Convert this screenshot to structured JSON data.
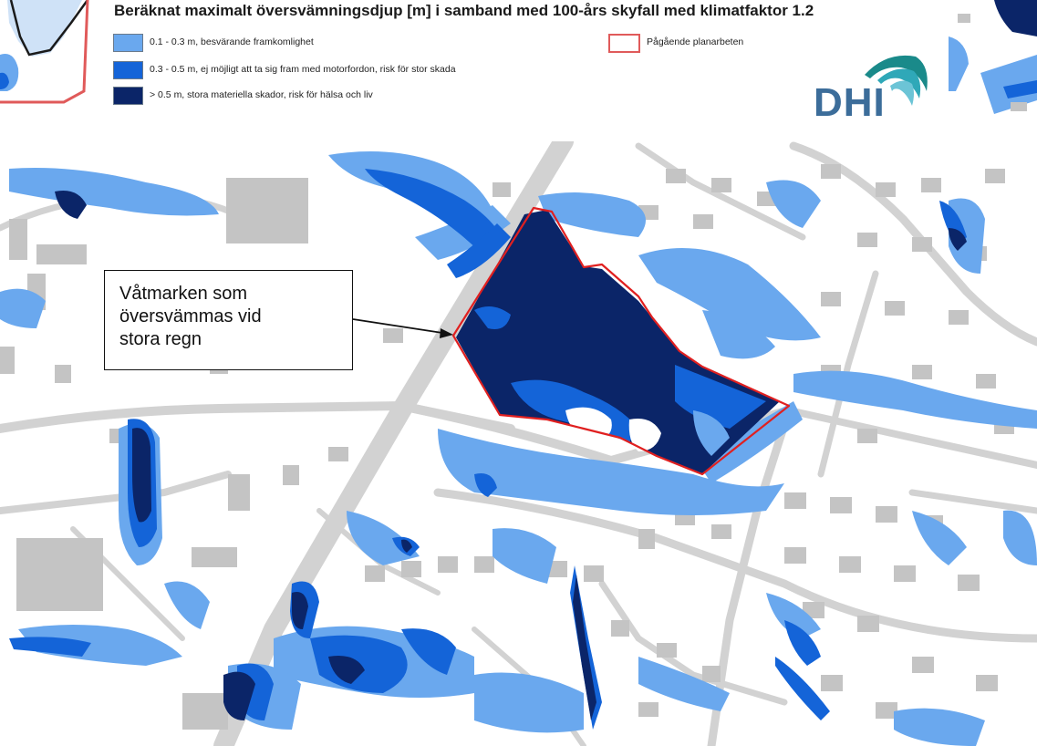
{
  "legend": {
    "title": "Beräknat maximalt översvämningsdjup [m] i samband med 100-års skyfall med klimatfaktor 1.2",
    "items": [
      {
        "label": "0.1 - 0.3 m, besvärande framkomlighet",
        "color": "#6aa8ee"
      },
      {
        "label": "0.3 - 0.5 m, ej möjligt att ta sig fram med motorfordon, risk för stor skada",
        "color": "#1464d8"
      },
      {
        "label": "> 0.5 m, stora materiella skador, risk för hälsa och liv",
        "color": "#0b2568"
      }
    ],
    "plan_label": "Pågående planarbeten",
    "plan_color": "#e02020"
  },
  "logo": {
    "text": "DHI"
  },
  "callout": {
    "lines": [
      "Våtmarken som",
      "översvämmas vid",
      "stora regn"
    ]
  }
}
